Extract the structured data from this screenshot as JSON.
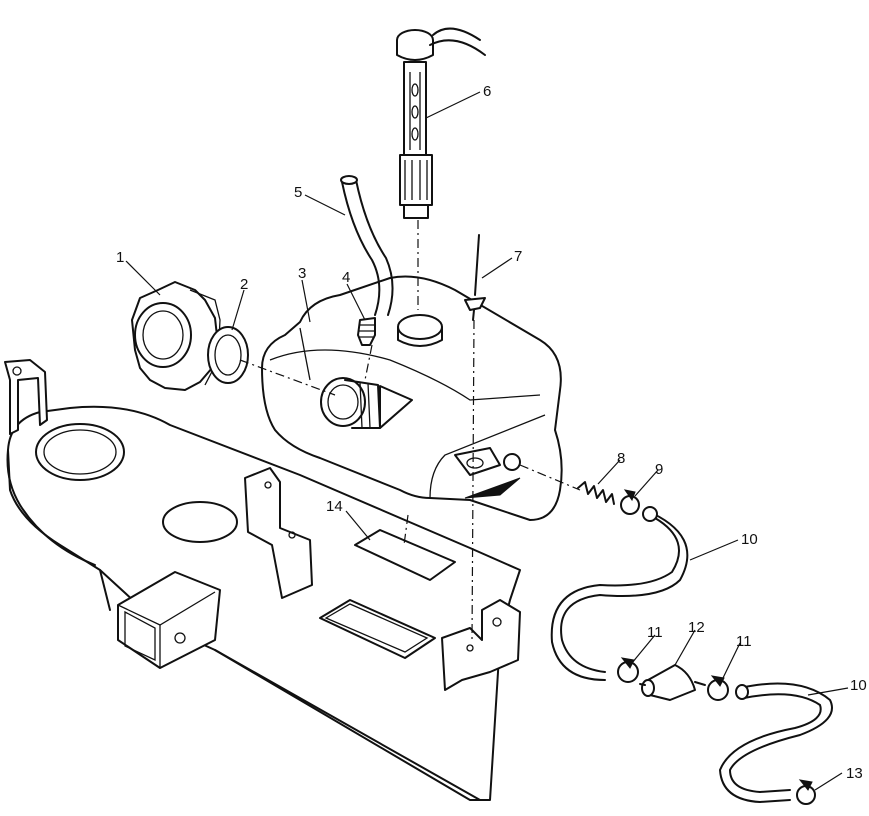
{
  "callouts": {
    "c1": "1",
    "c2": "2",
    "c3": "3",
    "c4": "4",
    "c5": "5",
    "c6": "6",
    "c7": "7",
    "c8": "8",
    "c9": "9",
    "c10a": "10",
    "c10b": "10",
    "c11a": "11",
    "c11b": "11",
    "c12": "12",
    "c13": "13",
    "c14": "14"
  }
}
